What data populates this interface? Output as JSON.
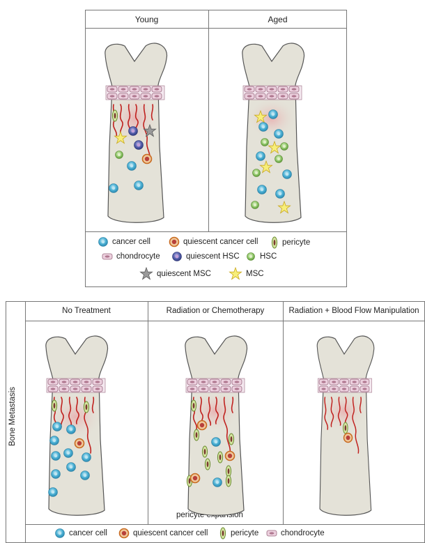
{
  "top_panel": {
    "columns": [
      "Young",
      "Aged"
    ],
    "legend": {
      "cancer_cell": "cancer cell",
      "quiescent_cancer_cell": "quiescent cancer cell",
      "pericyte": "pericyte",
      "chondrocyte": "chondrocyte",
      "quiescent_hsc": "quiescent HSC",
      "hsc": "HSC",
      "quiescent_msc": "quiescent MSC",
      "msc": "MSC"
    }
  },
  "bottom_panel": {
    "side_label": "Bone Metastasis",
    "columns": [
      "No Treatment",
      "Radiation or Chemotherapy",
      "Radiation + Blood Flow Manipulation"
    ],
    "caption": "pericyte expansion",
    "legend": {
      "cancer_cell": "cancer cell",
      "quiescent_cancer_cell": "quiescent cancer cell",
      "pericyte": "pericyte",
      "chondrocyte": "chondrocyte"
    }
  },
  "colors": {
    "bone": "#e4e2d8",
    "cancer": "#4fb3d6",
    "quiescent_ring": "#d9792a",
    "quiescent_core": "#c03a3a",
    "pericyte": "#9ab34a",
    "hsc": "#92c86c",
    "q_hsc": "#4a5aa8",
    "vessel": "#c0201e",
    "chondro": "#e8c8d8",
    "msc": "#f4e44a"
  }
}
